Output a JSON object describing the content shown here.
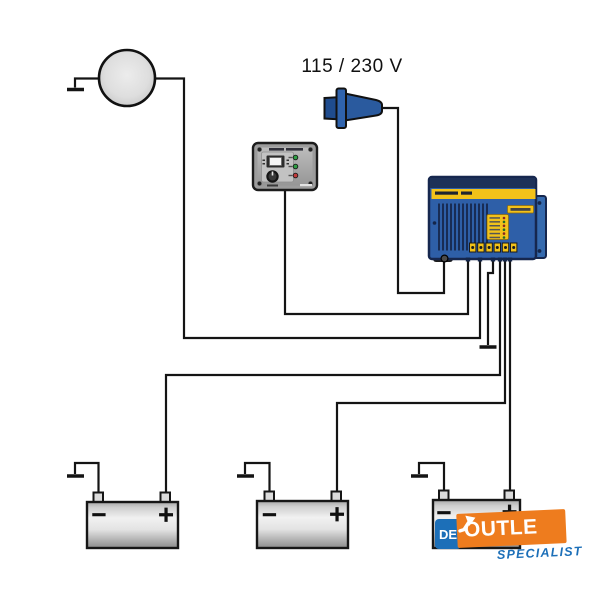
{
  "labels": {
    "ac_voltage": "115 / 230 V"
  },
  "battery_symbols": {
    "minus": "−",
    "plus": "+"
  },
  "logo": {
    "prefix": "DE",
    "word": "OUTLE",
    "arrow_icon": "arrow-up-right",
    "subtitle": "SPECIALIST",
    "brand_full": "DE OUTLET SPECIALIST"
  },
  "icons": {
    "alternator": "circle-machine",
    "ground": "earth-ground-bar",
    "ac_plug": "shore-power-plug",
    "charger": "battery-charger-unit",
    "remote_panel": "charger-remote-panel",
    "battery": "12v-battery"
  },
  "colors": {
    "charger_blue": "#2e5fa8",
    "charger_navy": "#1d3158",
    "accent_yellow": "#f2c21a",
    "plug_blue": "#2a5a9e",
    "panel_gray": "#9c9c9c",
    "led_green": "#2f9e44",
    "led_red": "#c23a3a",
    "logo_orange": "#ee7c1e",
    "logo_blue": "#1c6fb8",
    "wire_black": "#141414"
  }
}
